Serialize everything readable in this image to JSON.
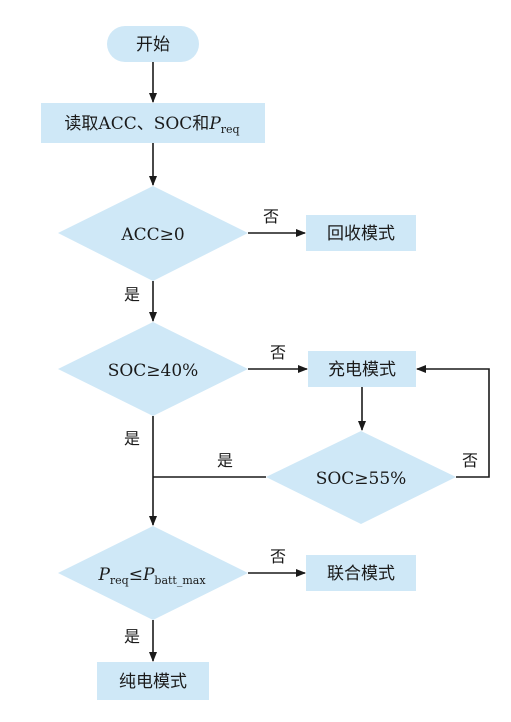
{
  "nodes": {
    "start": "开始",
    "read_prefix": "读取ACC、SOC和",
    "read_var": "P",
    "read_sub": "req",
    "acc_check": "ACC≥0",
    "regen": "回收模式",
    "soc40": "SOC≥40%",
    "charge": "充电模式",
    "soc55": "SOC≥55%",
    "p_left": "P",
    "p_left_sub": "req",
    "p_op": "≤",
    "p_right": "P",
    "p_right_sub": "batt_max",
    "hybrid": "联合模式",
    "electric": "纯电模式"
  },
  "labels": {
    "yes": "是",
    "no": "否"
  }
}
